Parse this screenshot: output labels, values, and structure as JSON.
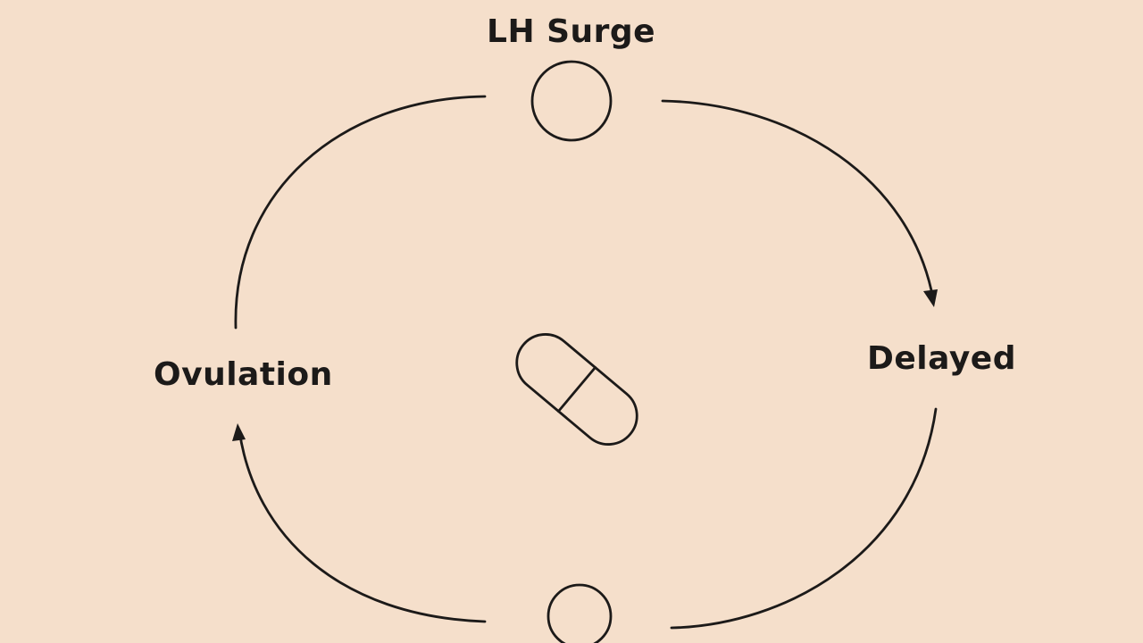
{
  "background_color": "#f5dfcb",
  "stroke_color": "#1c1a19",
  "center_icon": "pill-icon",
  "stages": {
    "top": "LH Surge",
    "right": "Delayed",
    "left": "Ovulation"
  }
}
